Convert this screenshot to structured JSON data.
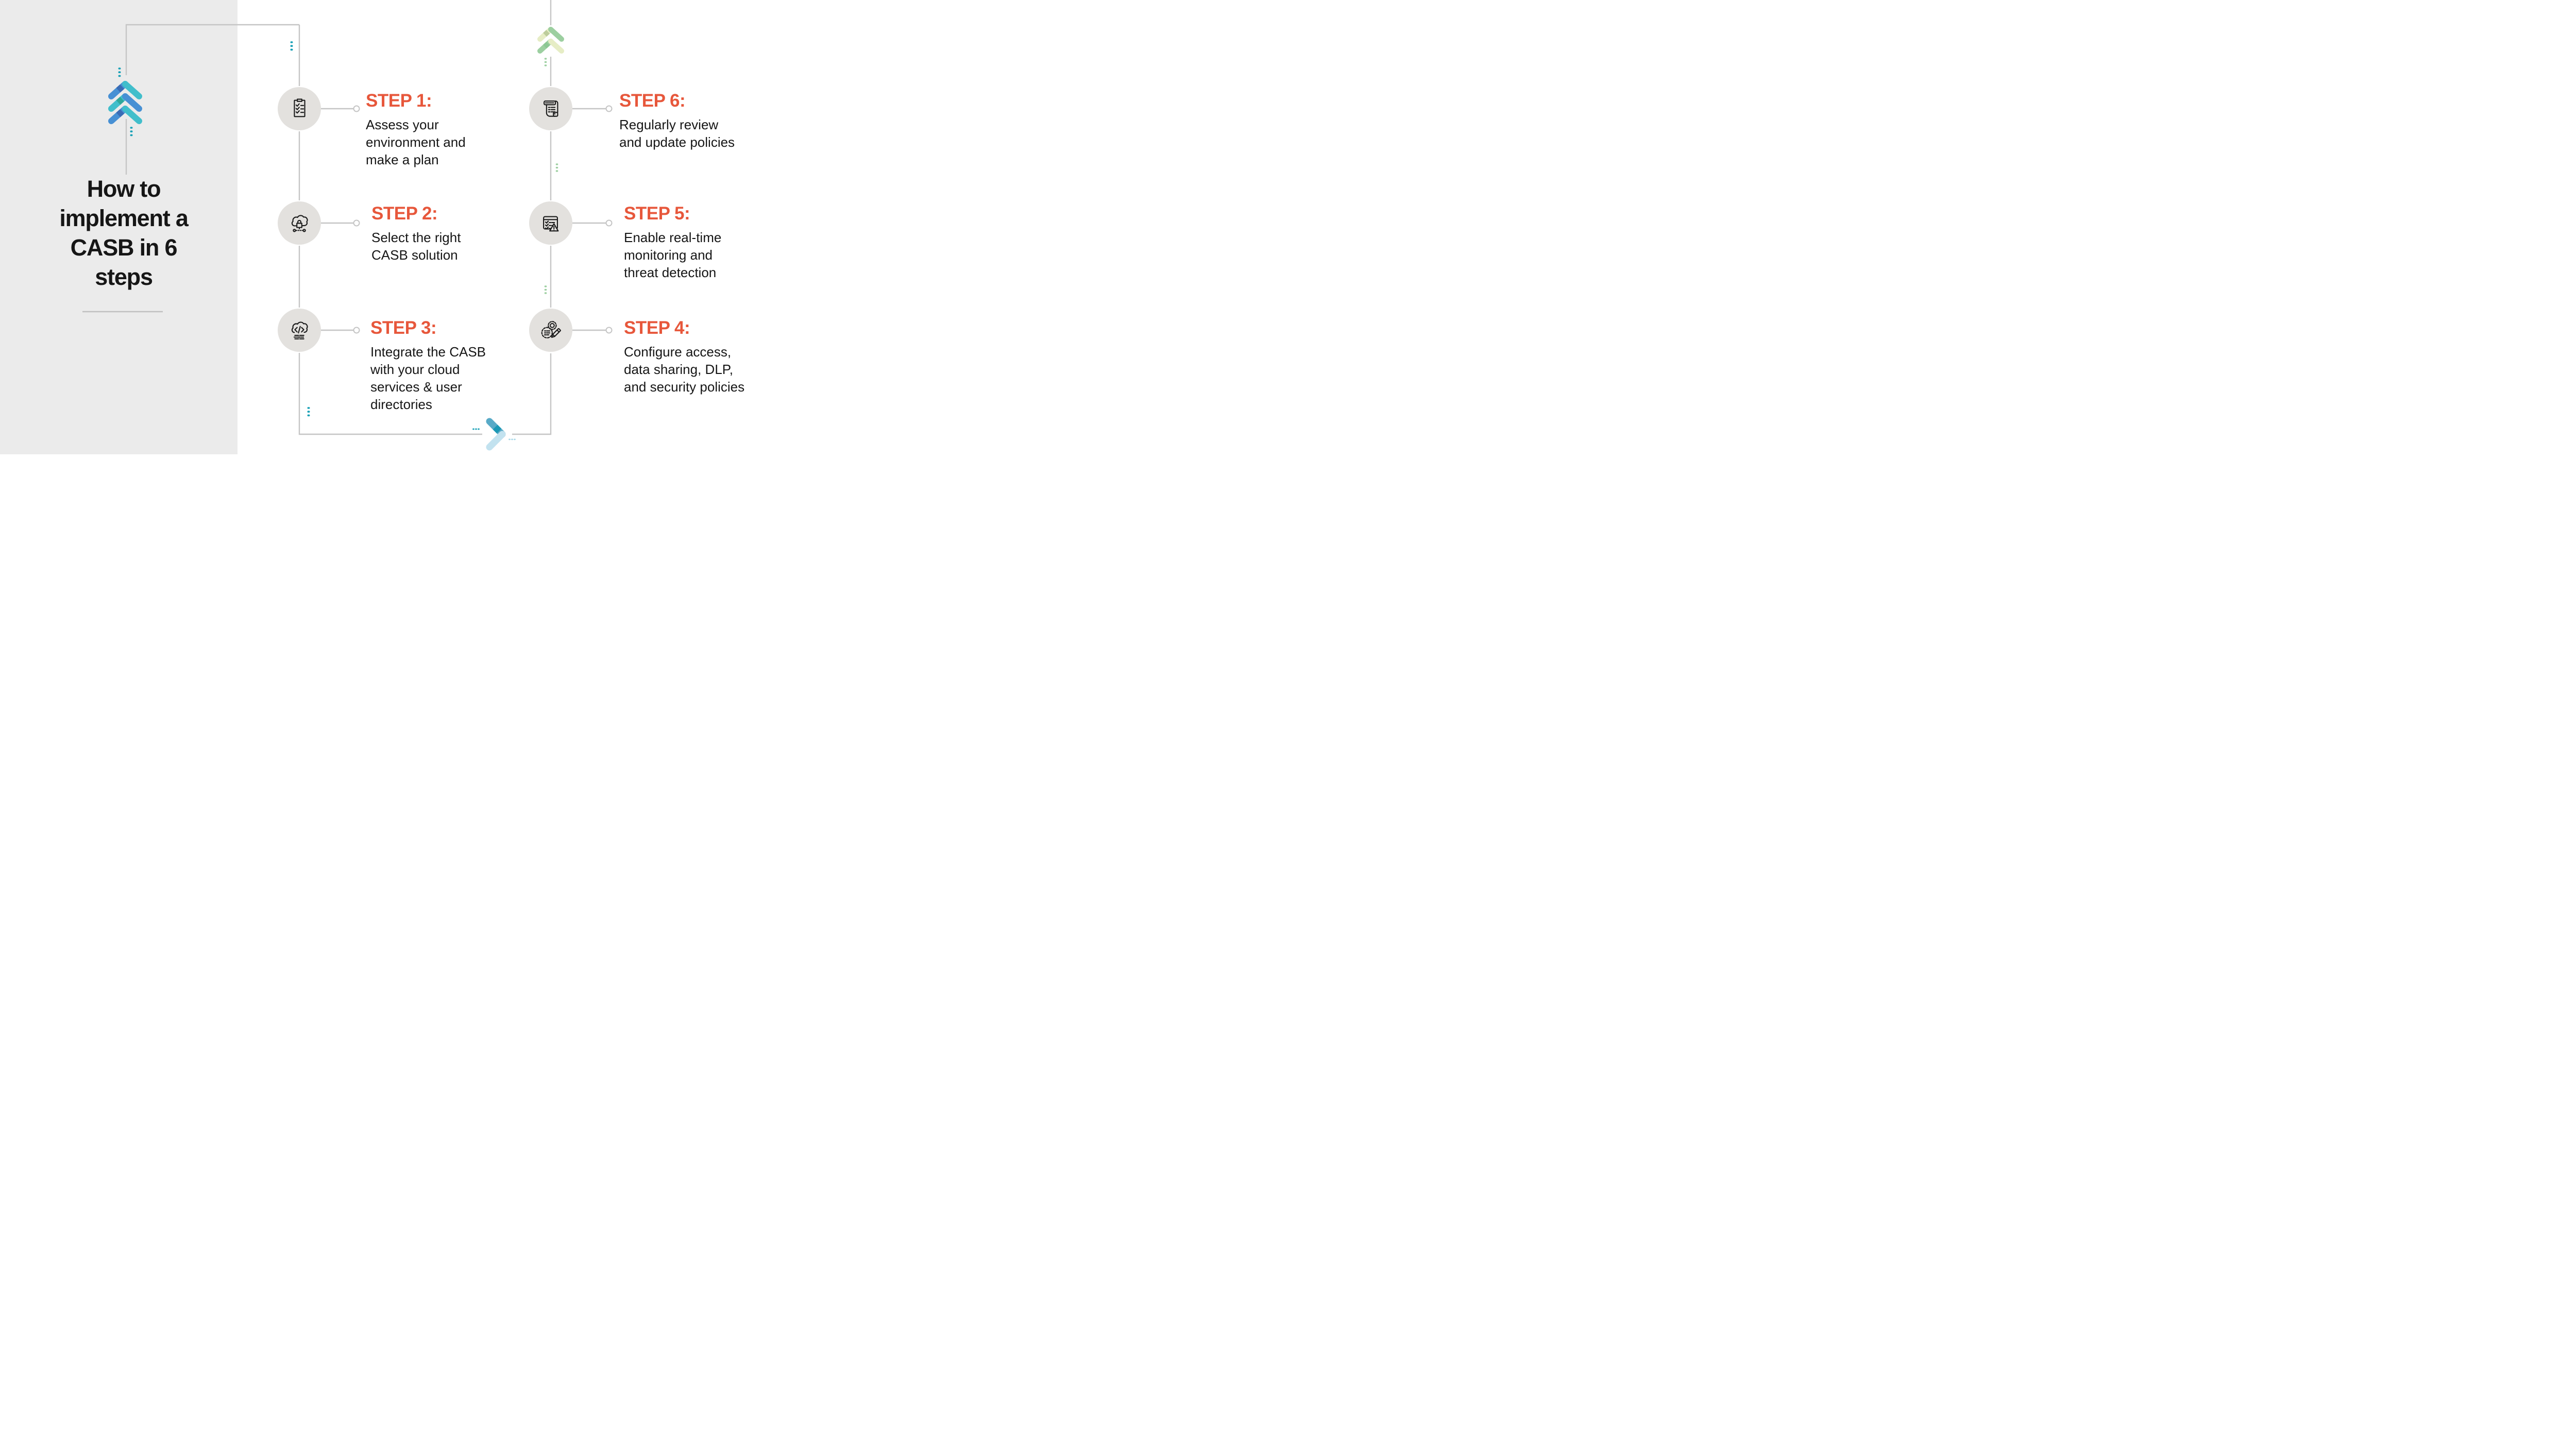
{
  "title": {
    "text": "How to\nimplement a\nCASB in 6\nsteps"
  },
  "steps": [
    {
      "id": 1,
      "label": "STEP 1:",
      "description": "Assess your\nenvironment and\nmake a plan",
      "icon": "clipboard-checklist-icon"
    },
    {
      "id": 2,
      "label": "STEP 2:",
      "description": "Select the right\nCASB solution",
      "icon": "cloud-lock-icon"
    },
    {
      "id": 3,
      "label": "STEP 3:",
      "description": "Integrate the CASB\nwith your cloud\nservices & user\ndirectories",
      "icon": "cloud-code-icon"
    },
    {
      "id": 4,
      "label": "STEP 4:",
      "description": "Configure access,\ndata sharing, DLP,\nand security policies",
      "icon": "gears-pencil-icon"
    },
    {
      "id": 5,
      "label": "STEP 5:",
      "description": "Enable real-time\nmonitoring and\nthreat detection",
      "icon": "checklist-alert-icon"
    },
    {
      "id": 6,
      "label": "STEP 6:",
      "description": "Regularly review\nand update policies",
      "icon": "policy-scroll-icon"
    }
  ],
  "decorations": [
    "triple-chevron-up-icon",
    "double-chevron-up-icon",
    "chevron-right-icon",
    "ellipsis-dots",
    "connector-lines",
    "connector-rings"
  ],
  "colors": {
    "page_bg": "#FFFFFF",
    "panel_bg": "#EBEBEB",
    "text": "#161616",
    "accent_orange": "#E7573B",
    "circle_bg": "#E3E1DE",
    "line": "#C5C5C5",
    "underline": "#C0C0C0",
    "icon_stroke": "#1A1A1A",
    "teal": "#17A0B6",
    "blue": "#4790D4",
    "dark_blue": "#3A6CB5",
    "cyan": "#41BECB",
    "dark_teal": "#2FA89B",
    "green": "#9CCFA0",
    "pale_green": "#E6EDC5",
    "olive": "#BDCD9C",
    "mid_green": "#8CC794",
    "sky_blue": "#58AAC7",
    "light_blue": "#C2E2EF",
    "deep_teal": "#1B98B5",
    "pale_blue_dots": "#A9D8E8"
  }
}
